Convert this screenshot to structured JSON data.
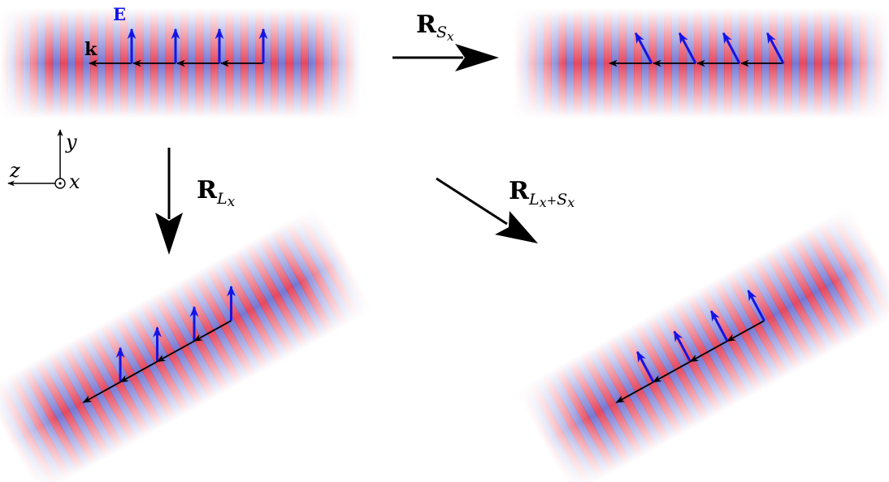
{
  "colors": {
    "wave_peak": "#e0304a",
    "wave_trough": "#5a5ac8",
    "field_vector": "#1414e6",
    "wave_vector": "#000000",
    "arrow": "#000000"
  },
  "labels": {
    "field": "E",
    "wavevector": "k",
    "axis_y": "y",
    "axis_z": "z",
    "axis_x": "x"
  },
  "operators": {
    "spin": {
      "main": "R",
      "sub": "S",
      "subsub": "x"
    },
    "orbital": {
      "main": "R",
      "sub": "L",
      "subsub": "x"
    },
    "total": {
      "main": "R",
      "sub_a": "L",
      "subsub_a": "x",
      "plus": "+",
      "sub_b": "S",
      "subsub_b": "x"
    }
  },
  "panels": [
    {
      "id": "original",
      "beam": "horizontal",
      "field_tilt": "vertical"
    },
    {
      "id": "spin-rotated",
      "beam": "horizontal",
      "field_tilt": "tilted"
    },
    {
      "id": "orbital-rotated",
      "beam": "tilted",
      "field_tilt": "vertical"
    },
    {
      "id": "total-rotated",
      "beam": "tilted",
      "field_tilt": "tilted"
    }
  ]
}
